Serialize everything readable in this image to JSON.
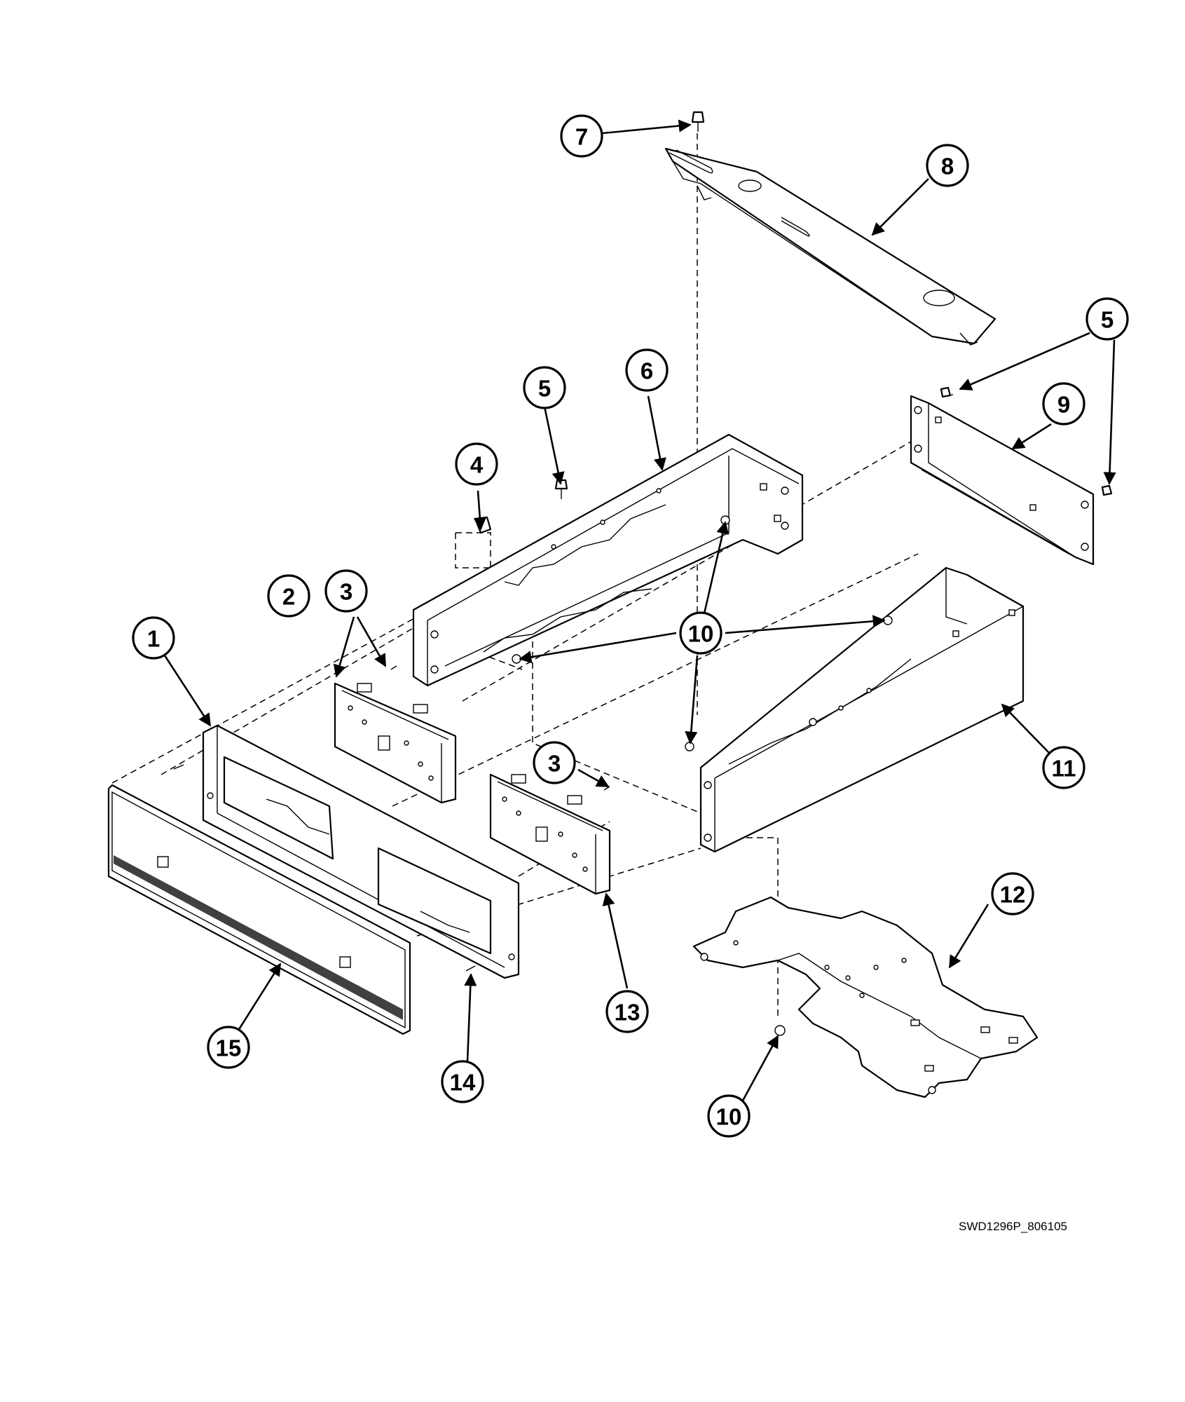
{
  "drawing_number": "SWD1296P_806105",
  "callouts": [
    {
      "label": "1"
    },
    {
      "label": "2"
    },
    {
      "label": "3"
    },
    {
      "label": "3"
    },
    {
      "label": "4"
    },
    {
      "label": "5"
    },
    {
      "label": "5"
    },
    {
      "label": "6"
    },
    {
      "label": "7"
    },
    {
      "label": "8"
    },
    {
      "label": "9"
    },
    {
      "label": "10"
    },
    {
      "label": "10"
    },
    {
      "label": "11"
    },
    {
      "label": "12"
    },
    {
      "label": "13"
    },
    {
      "label": "14"
    },
    {
      "label": "15"
    }
  ]
}
